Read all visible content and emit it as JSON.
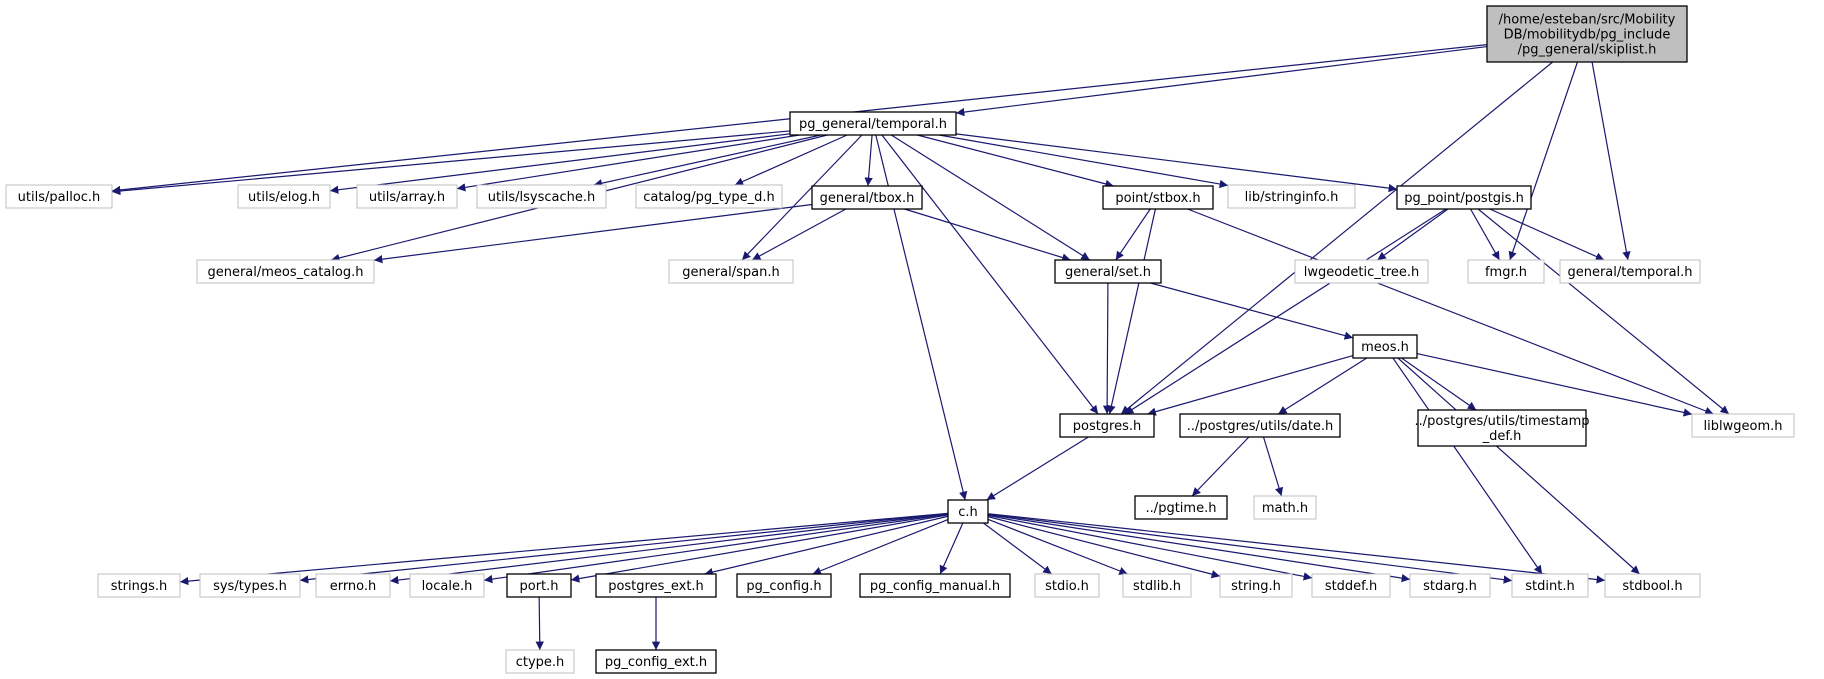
{
  "colors": {
    "edge": "#191970",
    "root_fill": "#bfbfbf",
    "node_border_documented": "#000000",
    "node_border_external": "#bfbfbf",
    "text": "#000000",
    "background": "#ffffff"
  },
  "nodes": {
    "root": {
      "lines": [
        "/home/esteban/src/Mobility",
        "DB/mobilitydb/pg_include",
        "/pg_general/skiplist.h"
      ],
      "kind": "root"
    },
    "temporal": {
      "lines": [
        "pg_general/temporal.h"
      ],
      "kind": "documented"
    },
    "palloc": {
      "lines": [
        "utils/palloc.h"
      ],
      "kind": "external"
    },
    "elog": {
      "lines": [
        "utils/elog.h"
      ],
      "kind": "external"
    },
    "array": {
      "lines": [
        "utils/array.h"
      ],
      "kind": "external"
    },
    "lsyscache": {
      "lines": [
        "utils/lsyscache.h"
      ],
      "kind": "external"
    },
    "pgtyped": {
      "lines": [
        "catalog/pg_type_d.h"
      ],
      "kind": "external"
    },
    "tbox": {
      "lines": [
        "general/tbox.h"
      ],
      "kind": "documented"
    },
    "stbox": {
      "lines": [
        "point/stbox.h"
      ],
      "kind": "documented"
    },
    "stringinfo": {
      "lines": [
        "lib/stringinfo.h"
      ],
      "kind": "external"
    },
    "postgis": {
      "lines": [
        "pg_point/postgis.h"
      ],
      "kind": "documented"
    },
    "meoscat": {
      "lines": [
        "general/meos_catalog.h"
      ],
      "kind": "external"
    },
    "span": {
      "lines": [
        "general/span.h"
      ],
      "kind": "external"
    },
    "set": {
      "lines": [
        "general/set.h"
      ],
      "kind": "documented"
    },
    "lwgeodetic": {
      "lines": [
        "lwgeodetic_tree.h"
      ],
      "kind": "external"
    },
    "fmgr": {
      "lines": [
        "fmgr.h"
      ],
      "kind": "external"
    },
    "gtemporal": {
      "lines": [
        "general/temporal.h"
      ],
      "kind": "external"
    },
    "meos": {
      "lines": [
        "meos.h"
      ],
      "kind": "documented"
    },
    "postgres": {
      "lines": [
        "postgres.h"
      ],
      "kind": "documented"
    },
    "date": {
      "lines": [
        "../postgres/utils/date.h"
      ],
      "kind": "documented"
    },
    "tsdef": {
      "lines": [
        "../postgres/utils/timestamp",
        "_def.h"
      ],
      "kind": "documented"
    },
    "liblwgeom": {
      "lines": [
        "liblwgeom.h"
      ],
      "kind": "external"
    },
    "pgtime": {
      "lines": [
        "../pgtime.h"
      ],
      "kind": "documented"
    },
    "math": {
      "lines": [
        "math.h"
      ],
      "kind": "external"
    },
    "c": {
      "lines": [
        "c.h"
      ],
      "kind": "documented"
    },
    "strings": {
      "lines": [
        "strings.h"
      ],
      "kind": "external"
    },
    "systypes": {
      "lines": [
        "sys/types.h"
      ],
      "kind": "external"
    },
    "errno": {
      "lines": [
        "errno.h"
      ],
      "kind": "external"
    },
    "locale": {
      "lines": [
        "locale.h"
      ],
      "kind": "external"
    },
    "port": {
      "lines": [
        "port.h"
      ],
      "kind": "documented"
    },
    "pgext": {
      "lines": [
        "postgres_ext.h"
      ],
      "kind": "documented"
    },
    "pgconfig": {
      "lines": [
        "pg_config.h"
      ],
      "kind": "documented"
    },
    "pgconfman": {
      "lines": [
        "pg_config_manual.h"
      ],
      "kind": "documented"
    },
    "stdio": {
      "lines": [
        "stdio.h"
      ],
      "kind": "external"
    },
    "stdlib": {
      "lines": [
        "stdlib.h"
      ],
      "kind": "external"
    },
    "string": {
      "lines": [
        "string.h"
      ],
      "kind": "external"
    },
    "stddef": {
      "lines": [
        "stddef.h"
      ],
      "kind": "external"
    },
    "stdarg": {
      "lines": [
        "stdarg.h"
      ],
      "kind": "external"
    },
    "stdint": {
      "lines": [
        "stdint.h"
      ],
      "kind": "external"
    },
    "stdbool": {
      "lines": [
        "stdbool.h"
      ],
      "kind": "external"
    },
    "ctype": {
      "lines": [
        "ctype.h"
      ],
      "kind": "external"
    },
    "pgconfext": {
      "lines": [
        "pg_config_ext.h"
      ],
      "kind": "documented"
    }
  },
  "edges": [
    [
      "root",
      "temporal"
    ],
    [
      "root",
      "palloc"
    ],
    [
      "root",
      "fmgr"
    ],
    [
      "root",
      "gtemporal"
    ],
    [
      "root",
      "postgres"
    ],
    [
      "temporal",
      "palloc"
    ],
    [
      "temporal",
      "elog"
    ],
    [
      "temporal",
      "array"
    ],
    [
      "temporal",
      "lsyscache"
    ],
    [
      "temporal",
      "pgtyped"
    ],
    [
      "temporal",
      "tbox"
    ],
    [
      "temporal",
      "stbox"
    ],
    [
      "temporal",
      "stringinfo"
    ],
    [
      "temporal",
      "postgis"
    ],
    [
      "temporal",
      "meoscat"
    ],
    [
      "temporal",
      "span"
    ],
    [
      "temporal",
      "set"
    ],
    [
      "temporal",
      "postgres"
    ],
    [
      "temporal",
      "c"
    ],
    [
      "tbox",
      "meoscat"
    ],
    [
      "tbox",
      "span"
    ],
    [
      "tbox",
      "set"
    ],
    [
      "stbox",
      "set"
    ],
    [
      "stbox",
      "postgres"
    ],
    [
      "stbox",
      "liblwgeom"
    ],
    [
      "postgis",
      "lwgeodetic"
    ],
    [
      "postgis",
      "fmgr"
    ],
    [
      "postgis",
      "gtemporal"
    ],
    [
      "postgis",
      "postgres"
    ],
    [
      "postgis",
      "liblwgeom"
    ],
    [
      "set",
      "postgres"
    ],
    [
      "set",
      "meos"
    ],
    [
      "meos",
      "postgres"
    ],
    [
      "meos",
      "date"
    ],
    [
      "meos",
      "tsdef"
    ],
    [
      "meos",
      "liblwgeom"
    ],
    [
      "meos",
      "stdint"
    ],
    [
      "meos",
      "stdbool"
    ],
    [
      "date",
      "pgtime"
    ],
    [
      "date",
      "math"
    ],
    [
      "postgres",
      "c"
    ],
    [
      "c",
      "strings"
    ],
    [
      "c",
      "systypes"
    ],
    [
      "c",
      "errno"
    ],
    [
      "c",
      "locale"
    ],
    [
      "c",
      "port"
    ],
    [
      "c",
      "pgext"
    ],
    [
      "c",
      "pgconfig"
    ],
    [
      "c",
      "pgconfman"
    ],
    [
      "c",
      "stdio"
    ],
    [
      "c",
      "stdlib"
    ],
    [
      "c",
      "string"
    ],
    [
      "c",
      "stddef"
    ],
    [
      "c",
      "stdarg"
    ],
    [
      "c",
      "stdint"
    ],
    [
      "c",
      "stdbool"
    ],
    [
      "port",
      "ctype"
    ],
    [
      "pgext",
      "pgconfext"
    ]
  ]
}
